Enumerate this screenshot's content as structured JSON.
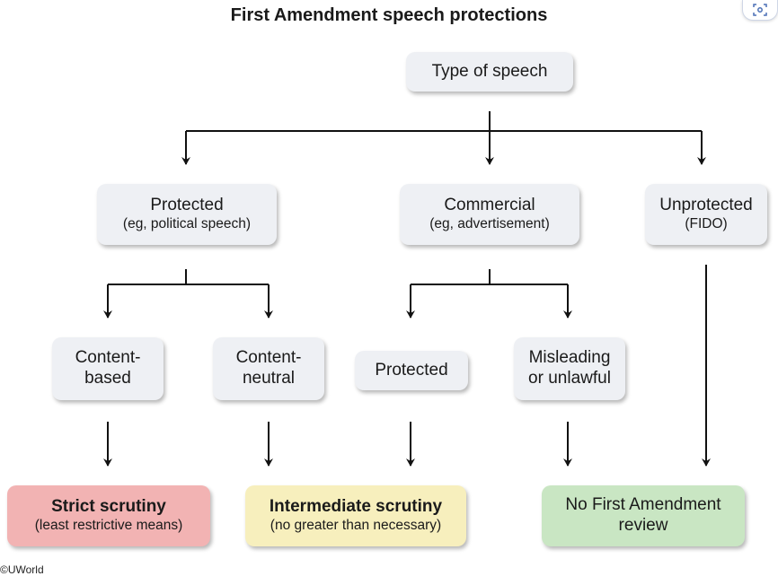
{
  "title": "First Amendment speech protections",
  "root": {
    "label": "Type of speech"
  },
  "level1": {
    "protected": {
      "label": "Protected",
      "sub": "(eg, political speech)"
    },
    "commercial": {
      "label": "Commercial",
      "sub": "(eg, advertisement)"
    },
    "unprotected": {
      "label": "Unprotected",
      "sub": "(FIDO)"
    }
  },
  "level2": {
    "content_based": {
      "line1": "Content-",
      "line2": "based"
    },
    "content_neutral": {
      "line1": "Content-",
      "line2": "neutral"
    },
    "commercial_protected": {
      "label": "Protected"
    },
    "misleading": {
      "line1": "Misleading",
      "line2": "or unlawful"
    }
  },
  "outcomes": {
    "strict": {
      "label": "Strict scrutiny",
      "sub": "(least restrictive means)",
      "color": "#f2b3b3"
    },
    "intermediate": {
      "label": "Intermediate scrutiny",
      "sub": "(no greater than necessary)",
      "color": "#f7efbd"
    },
    "none": {
      "line1": "No First Amendment",
      "line2": "review",
      "color": "#c9e6c3"
    }
  },
  "credit": "©UWorld",
  "icons": {
    "corner": "screenshot-icon"
  }
}
